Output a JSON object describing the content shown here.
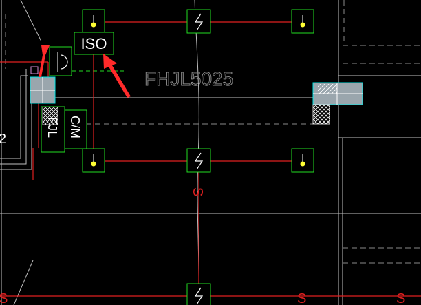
{
  "colors": {
    "background": "#000000",
    "device_box": "#22dd22",
    "circuit_line": "#e02020",
    "grid_line": "#bfbfbf",
    "dashed_line": "#8a8a8a",
    "junction_fill": "#9aa6ad",
    "junction_edge": "#00e5e5",
    "arrow": "#ff2a2a",
    "lamp_dot": "#ffff33"
  },
  "labels": {
    "iso": "ISO",
    "fhjl": "FHJL5025",
    "fjl_vertical": "FJL",
    "cm_vertical": "C/M",
    "s_marker": "S",
    "left_num": "2"
  },
  "symbols": {
    "lamp_icon": "lamp-icon",
    "lightning_icon": "lightning-switch-icon",
    "isolator_icon": "isolator-icon"
  }
}
